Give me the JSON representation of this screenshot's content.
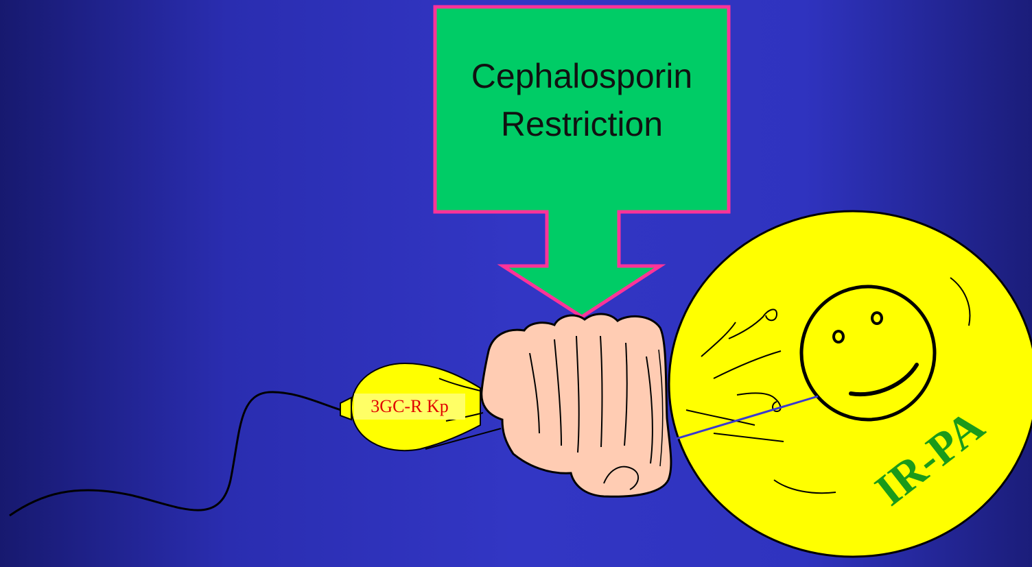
{
  "arrow": {
    "line1": "Cephalosporin",
    "line2": "Restriction",
    "fill_color": "#00cc66",
    "border_color": "#ff3399"
  },
  "small_balloon": {
    "label": "3GC-R Kp",
    "label_color": "#e00000",
    "fill_color": "#ffff00"
  },
  "big_balloon": {
    "label": "IR-PA",
    "label_color": "#1a9a1a",
    "fill_color": "#ffff00"
  },
  "fist": {
    "fill_color": "#ffccb3"
  },
  "background": {
    "center_color": "#3236c4",
    "edge_color": "#17196f"
  }
}
